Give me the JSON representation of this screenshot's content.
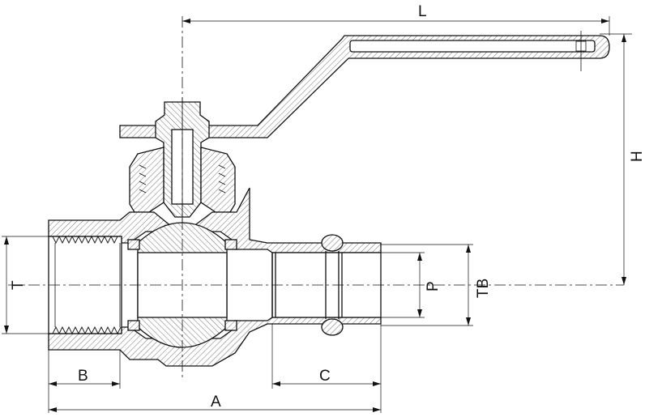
{
  "labels": {
    "L": "L",
    "H": "H",
    "T": "T",
    "P": "P",
    "TB": "TB",
    "B": "B",
    "C": "C",
    "A": "A"
  }
}
